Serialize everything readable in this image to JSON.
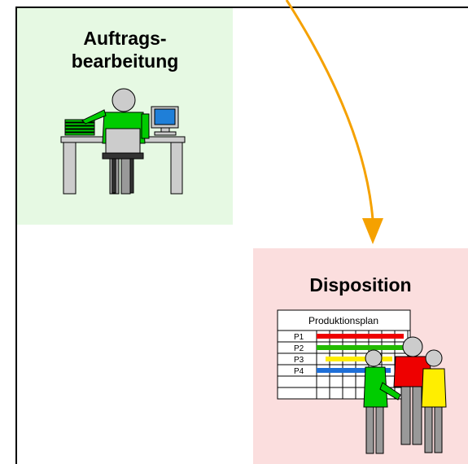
{
  "panels": {
    "order_processing": {
      "title_line1": "Auftrags-",
      "title_line2": "bearbeitung",
      "background": "#e6f9e3"
    },
    "disposition": {
      "title": "Disposition",
      "background": "#fbdede"
    }
  },
  "production_plan": {
    "title": "Produktionsplan",
    "rows": [
      "P1",
      "P2",
      "P3",
      "P4"
    ],
    "row_colors": [
      "#ee0000",
      "#22bb00",
      "#ffee00",
      "#1e6fd8"
    ]
  },
  "arrow": {
    "color": "#f5a100"
  },
  "figure_colors": {
    "green": "#00cc00",
    "red": "#ee0000",
    "yellow": "#ffee00",
    "gray": "#b3b3b3"
  }
}
